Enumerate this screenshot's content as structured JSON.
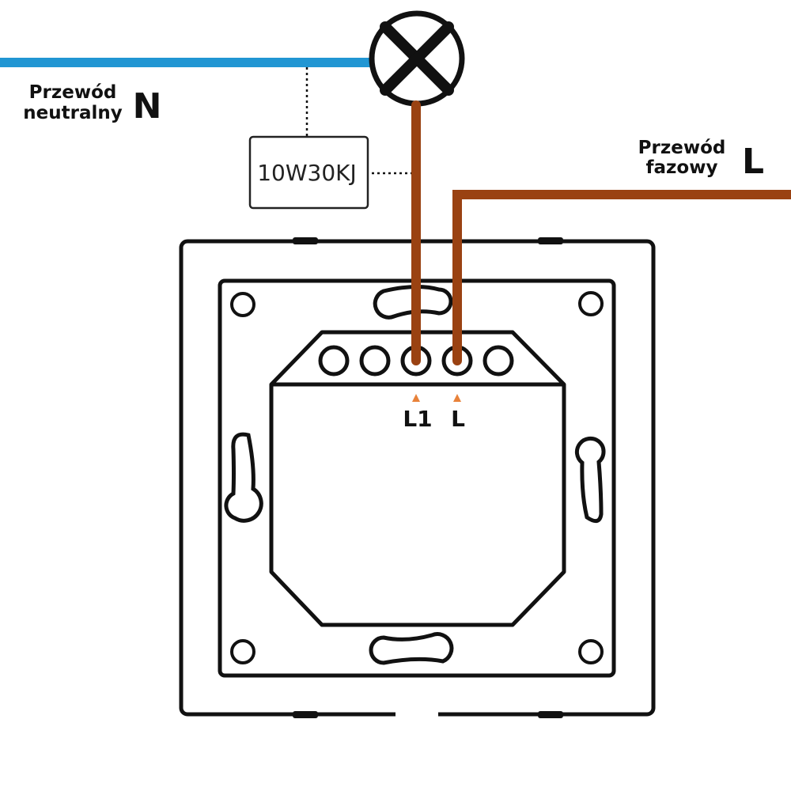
{
  "labels": {
    "neutral_line1": "Przewód",
    "neutral_line2": "neutralny",
    "neutral_symbol": "N",
    "phase_line1": "Przewód",
    "phase_line2": "fazowy",
    "phase_symbol": "L",
    "component": "10W30KJ",
    "terminal_l1": "L1",
    "terminal_l": "L"
  },
  "colors": {
    "neutral_wire": "#2196d3",
    "phase_wire": "#9a4212",
    "outline": "#111111",
    "marker": "#e8823a"
  },
  "icons": {
    "lamp": "lamp-cross-icon"
  }
}
